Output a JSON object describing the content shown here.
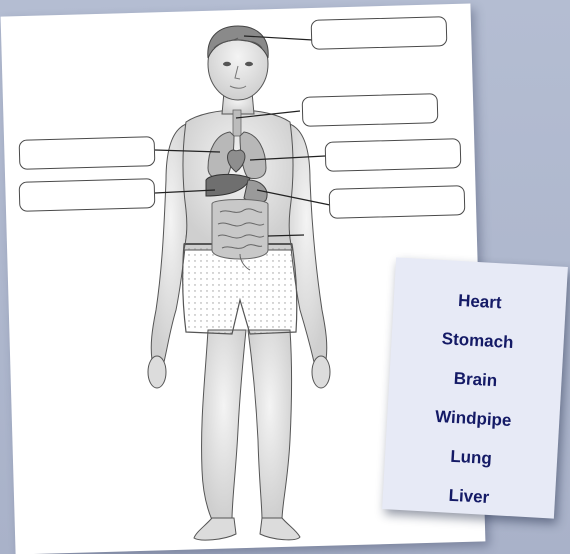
{
  "worksheet": {
    "label_boxes": [
      {
        "id": "brain",
        "text": ""
      },
      {
        "id": "windpipe",
        "text": ""
      },
      {
        "id": "lung-right",
        "text": ""
      },
      {
        "id": "lung-left",
        "text": ""
      },
      {
        "id": "liver",
        "text": ""
      },
      {
        "id": "stomach",
        "text": ""
      }
    ],
    "word_bank": [
      "Heart",
      "Stomach",
      "Brain",
      "Windpipe",
      "Lung",
      "Liver"
    ],
    "colors": {
      "background": "#b4bdd2",
      "paper": "#ffffff",
      "card": "#e7eaf6",
      "card_text": "#141a66",
      "box_border": "#4a4a4a"
    }
  }
}
